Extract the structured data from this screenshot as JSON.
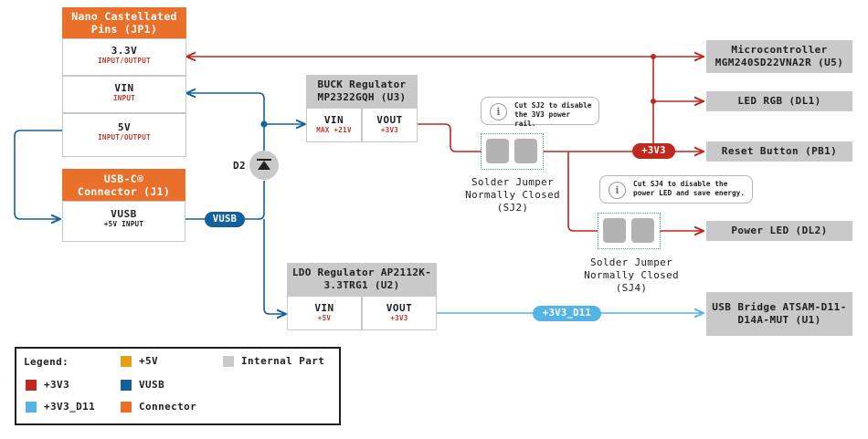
{
  "colors": {
    "v3v3": "#c0281e",
    "vusb": "#14609a",
    "v3v3_d11": "#56b4e5",
    "plus5v": "#e5a01c",
    "connector": "#e8702a",
    "internal": "#c9c9c9"
  },
  "jp1": {
    "title": "Nano Castellated Pins (JP1)",
    "pins": [
      {
        "name": "3.3V",
        "type": "INPUT/OUTPUT"
      },
      {
        "name": "VIN",
        "type": "INPUT"
      },
      {
        "name": "5V",
        "type": "INPUT/OUTPUT"
      }
    ]
  },
  "j1": {
    "title": "USB-C® Connector (J1)",
    "pin": "VUSB",
    "type": "+5V INPUT"
  },
  "u3": {
    "title": "BUCK Regulator MP2322GQH (U3)",
    "vin": "VIN",
    "vin_note": "MAX +21V",
    "vout": "VOUT",
    "vout_note": "+3V3"
  },
  "u2": {
    "title": "LDO Regulator AP2112K-3.3TRG1 (U2)",
    "vin": "VIN",
    "vin_note": "+5V",
    "vout": "VOUT",
    "vout_note": "+3V3"
  },
  "d2": {
    "label": "D2",
    "icon": "diode-icon"
  },
  "nets": {
    "vusb": "VUSB",
    "v3v3": "+3V3",
    "v3v3_d11": "+3V3_D11"
  },
  "sj2": {
    "note": "Cut SJ2 to disable the 3V3 power rail.",
    "caption": "Solder Jumper Normally Closed (SJ2)"
  },
  "sj4": {
    "note": "Cut SJ4 to disable the power LED and save energy.",
    "caption": "Solder Jumper Normally Closed (SJ4)"
  },
  "parts": {
    "u5": "Microcontroller MGM240SD22VNA2R (U5)",
    "dl1": "LED RGB (DL1)",
    "pb1": "Reset Button (PB1)",
    "dl2": "Power LED (DL2)",
    "u1": "USB Bridge ATSAM-D11-D14A-MUT (U1)"
  },
  "legend": {
    "title": "Legend:",
    "items": [
      {
        "label": "+3V3",
        "color": "#c0281e"
      },
      {
        "label": "+3V3_D11",
        "color": "#56b4e5"
      },
      {
        "label": "+5V",
        "color": "#e5a01c"
      },
      {
        "label": "VUSB",
        "color": "#14609a"
      },
      {
        "label": "Connector",
        "color": "#e8702a"
      },
      {
        "label": "Internal Part",
        "color": "#c9c9c9"
      }
    ]
  }
}
